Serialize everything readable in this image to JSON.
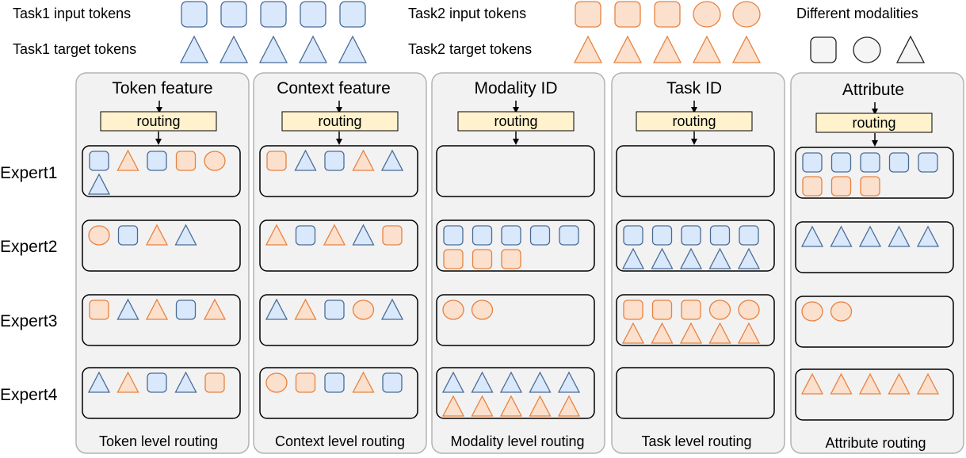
{
  "legend": {
    "task1_input": "Task1 input tokens",
    "task1_target": "Task1 target tokens",
    "task2_input": "Task2 input tokens",
    "task2_target": "Task2 target tokens",
    "modalities": "Different modalities"
  },
  "routing_label": "routing",
  "experts": [
    "Expert1",
    "Expert2",
    "Expert3",
    "Expert4"
  ],
  "colors": {
    "task1_fill": "#dae8fc",
    "task1_stroke": "#4a6c95",
    "task2_fill": "#fbe0cd",
    "task2_stroke": "#e8823f",
    "panel_fill": "#f2f2f2",
    "panel_stroke": "#b3b3b3",
    "routing_fill": "#fff2cc",
    "neutral_fill": "#f5f5f5"
  },
  "panels": [
    {
      "title": "Token feature",
      "footer": "Token level routing",
      "experts": [
        [
          "t1_sq",
          "t2_tri",
          "t1_sq",
          "t2_sq",
          "t2_circ",
          "t1_tri"
        ],
        [
          "t2_circ",
          "t1_sq",
          "t2_tri",
          "t1_tri"
        ],
        [
          "t2_sq",
          "t1_tri",
          "t2_tri",
          "t1_sq",
          "t2_tri"
        ],
        [
          "t1_tri",
          "t2_tri",
          "t1_sq",
          "t1_tri",
          "t2_sq"
        ]
      ]
    },
    {
      "title": "Context feature",
      "footer": "Context level routing",
      "experts": [
        [
          "t2_sq",
          "t1_tri",
          "t1_sq",
          "t2_tri",
          "t1_tri"
        ],
        [
          "t2_tri",
          "t1_sq",
          "t2_tri",
          "t1_tri",
          "t2_sq"
        ],
        [
          "t1_tri",
          "t2_tri",
          "t1_sq",
          "t2_circ",
          "t1_tri"
        ],
        [
          "t2_circ",
          "t2_sq",
          "t1_sq",
          "t2_tri",
          "t1_sq"
        ]
      ]
    },
    {
      "title": "Modality ID",
      "footer": "Modality level routing",
      "experts": [
        [],
        [
          "t1_sq",
          "t1_sq",
          "t1_sq",
          "t1_sq",
          "t1_sq",
          "t2_sq",
          "t2_sq",
          "t2_sq"
        ],
        [
          "t2_circ",
          "t2_circ"
        ],
        [
          "t1_tri",
          "t1_tri",
          "t1_tri",
          "t1_tri",
          "t1_tri",
          "t2_tri",
          "t2_tri",
          "t2_tri",
          "t2_tri",
          "t2_tri"
        ]
      ]
    },
    {
      "title": "Task ID",
      "footer": "Task level routing",
      "experts": [
        [],
        [
          "t1_sq",
          "t1_sq",
          "t1_sq",
          "t1_sq",
          "t1_sq",
          "t1_tri",
          "t1_tri",
          "t1_tri",
          "t1_tri",
          "t1_tri"
        ],
        [
          "t2_sq",
          "t2_sq",
          "t2_sq",
          "t2_circ",
          "t2_circ",
          "t2_tri",
          "t2_tri",
          "t2_tri",
          "t2_tri",
          "t2_tri"
        ],
        []
      ]
    },
    {
      "title": "Attribute",
      "footer": "Attribute routing",
      "experts": [
        [
          "t1_sq",
          "t1_sq",
          "t1_sq",
          "t1_sq",
          "t1_sq",
          "t2_sq",
          "t2_sq",
          "t2_sq"
        ],
        [
          "t1_tri",
          "t1_tri",
          "t1_tri",
          "t1_tri",
          "t1_tri"
        ],
        [
          "t2_circ",
          "t2_circ"
        ],
        [
          "t2_tri",
          "t2_tri",
          "t2_tri",
          "t2_tri",
          "t2_tri"
        ]
      ]
    }
  ]
}
